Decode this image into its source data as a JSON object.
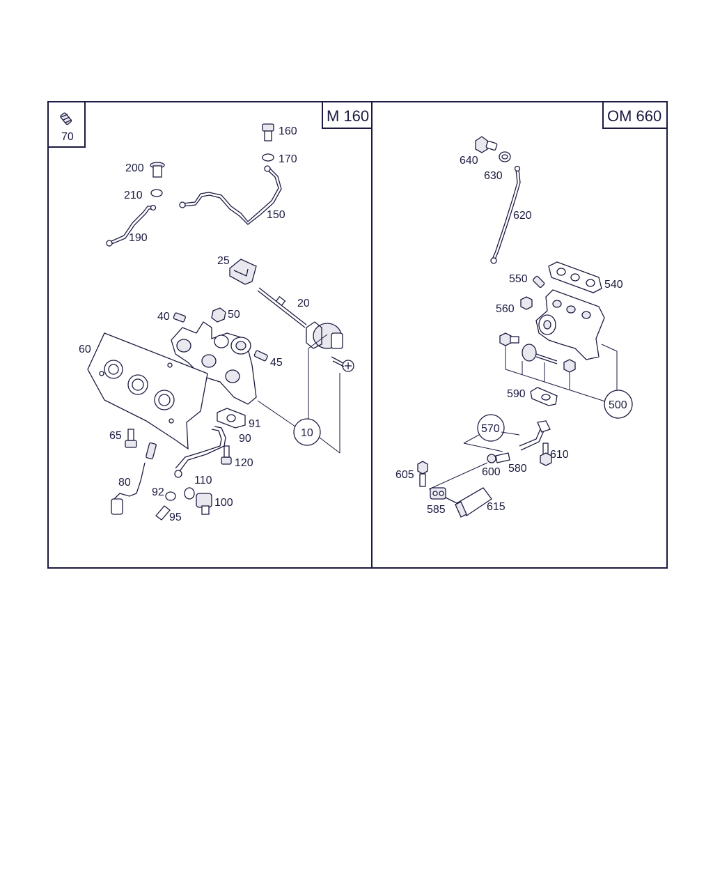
{
  "left_panel": {
    "title": "M 160",
    "corner_label": "70",
    "callouts": [
      "160",
      "170",
      "200",
      "210",
      "150",
      "190",
      "25",
      "20",
      "40",
      "50",
      "60",
      "45",
      "91",
      "90",
      "10",
      "65",
      "120",
      "80",
      "110",
      "92",
      "100",
      "95"
    ]
  },
  "right_panel": {
    "title": "OM 660",
    "callouts": [
      "640",
      "630",
      "620",
      "550",
      "540",
      "560",
      "590",
      "500",
      "570",
      "610",
      "605",
      "600",
      "580",
      "585",
      "615"
    ]
  },
  "colors": {
    "ink": "#1a1a40",
    "background": "#ffffff"
  }
}
